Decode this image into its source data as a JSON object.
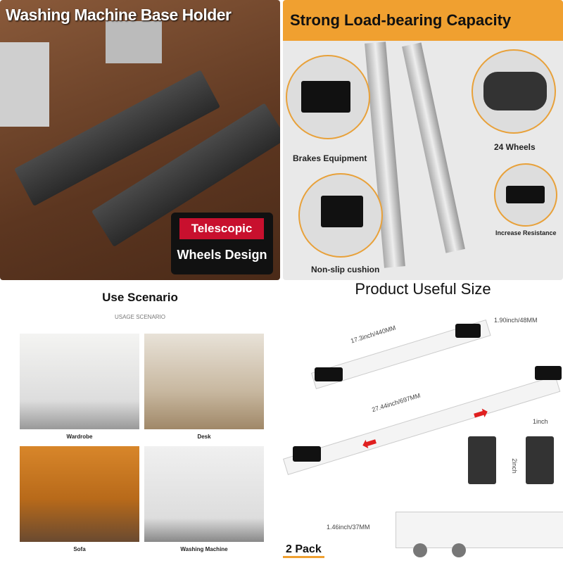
{
  "panels": {
    "top_left": {
      "title": "Washing Machine Base Holder",
      "badge_line1": "Telescopic",
      "badge_line2": "Wheels Design"
    },
    "top_right": {
      "title": "Strong Load-bearing Capacity",
      "callouts": [
        "Brakes Equipment",
        "24 Wheels",
        "Non-slip cushion",
        "Increase Resistance"
      ]
    },
    "bottom_left": {
      "title": "Use Scenario",
      "subtitle": "USAGE SCENARIO",
      "scenarios": [
        "Wardrobe",
        "Desk",
        "Sofa",
        "Washing Machine"
      ]
    },
    "bottom_right": {
      "title": "Product Useful Size",
      "dimensions": {
        "min_length": "17.3inch/440MM",
        "width": "1.90inch/48MM",
        "max_length": "27.44inch/697MM",
        "pad_width": "1inch",
        "pad_height": "2inch",
        "height": "1.46inch/37MM"
      },
      "pack_label": "2 Pack"
    }
  },
  "colors": {
    "accent_orange": "#f0a030",
    "badge_red": "#c8102e",
    "arrow_red": "#e02020"
  }
}
